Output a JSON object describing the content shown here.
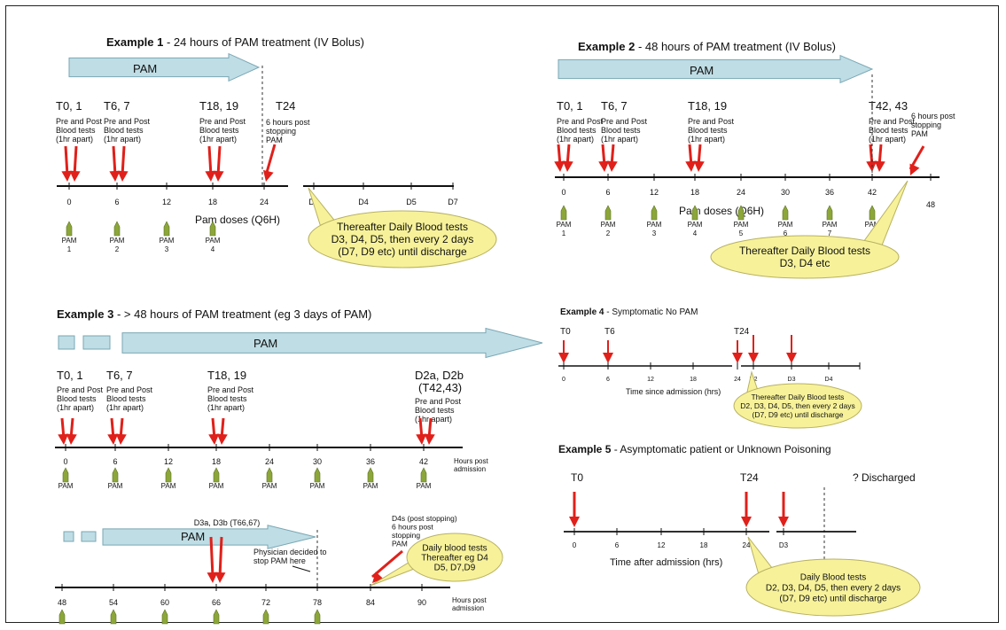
{
  "ex1": {
    "title_bold": "Example 1",
    "title_rest": " - 24 hours of PAM treatment (IV Bolus)",
    "arrow_label": "PAM",
    "markers": [
      {
        "label": "T0, 1",
        "note": [
          "Pre and Post",
          "Blood tests",
          "(1hr apart)"
        ]
      },
      {
        "label": "T6, 7",
        "note": [
          "Pre and Post",
          "Blood tests",
          "(1hr apart)"
        ]
      },
      {
        "label": "T18, 19",
        "note": [
          "Pre and Post",
          "Blood tests",
          "(1hr apart)"
        ]
      },
      {
        "label": "T24",
        "note": [
          "6 hours post",
          "stopping",
          "PAM"
        ]
      }
    ],
    "ticks": [
      "0",
      "6",
      "12",
      "18",
      "24"
    ],
    "day_ticks": [
      "D3",
      "D4",
      "D5",
      "D7"
    ],
    "doses_label": "Pam doses (Q6H)",
    "doses": [
      [
        "PAM",
        "1"
      ],
      [
        "PAM",
        "2"
      ],
      [
        "PAM",
        "3"
      ],
      [
        "PAM",
        "4"
      ]
    ],
    "callout": [
      "Thereafter Daily Blood tests",
      "D3, D4, D5, then every 2 days",
      "(D7, D9 etc) until discharge"
    ]
  },
  "ex2": {
    "title_bold": "Example 2",
    "title_rest": " - 48 hours of PAM treatment (IV Bolus)",
    "arrow_label": "PAM",
    "markers": [
      {
        "label": "T0, 1",
        "note": [
          "Pre and Post",
          "Blood tests",
          "(1hr apart)"
        ]
      },
      {
        "label": "T6, 7",
        "note": [
          "Pre and Post",
          "Blood tests",
          "(1hr apart)"
        ]
      },
      {
        "label": "T18, 19",
        "note": [
          "Pre and Post",
          "Blood tests",
          "(1hr apart)"
        ]
      },
      {
        "label": "T42, 43",
        "note": [
          "Pre and Post",
          "Blood tests",
          "(1hr apart)"
        ]
      }
    ],
    "post_note": [
      "6 hours post",
      "stopping",
      "PAM"
    ],
    "ticks": [
      "0",
      "6",
      "12",
      "18",
      "24",
      "30",
      "36",
      "42",
      "48"
    ],
    "doses_label": "Pam doses (Q6H)",
    "doses": [
      [
        "PAM",
        "1"
      ],
      [
        "PAM",
        "2"
      ],
      [
        "PAM",
        "3"
      ],
      [
        "PAM",
        "4"
      ],
      [
        "PAM",
        "5"
      ],
      [
        "PAM",
        "6"
      ],
      [
        "PAM",
        "7"
      ],
      [
        "PAM",
        "8"
      ]
    ],
    "callout": [
      "Thereafter Daily Blood tests",
      "D3, D4 etc"
    ]
  },
  "ex3": {
    "title_bold": "Example 3",
    "title_rest": " -  > 48 hours of PAM treatment (eg 3 days of PAM)",
    "arrow_label": "PAM",
    "markers": [
      {
        "label": "T0, 1",
        "note": [
          "Pre and Post",
          "Blood tests",
          "(1hr apart)"
        ]
      },
      {
        "label": "T6, 7",
        "note": [
          "Pre and Post",
          "Blood tests",
          "(1hr apart)"
        ]
      },
      {
        "label": "T18, 19",
        "note": [
          "Pre and Post",
          "Blood tests",
          "(1hr apart)"
        ]
      },
      {
        "label": "D2a, D2b",
        "label2": "(T42,43)",
        "note": [
          "Pre and Post",
          "Blood tests",
          "(1hr apart)"
        ]
      }
    ],
    "ticks": [
      "0",
      "6",
      "12",
      "18",
      "24",
      "30",
      "36",
      "42"
    ],
    "axis_label": [
      "Hours post",
      "admission"
    ],
    "dose_label": "PAM",
    "row2": {
      "arrow_label": "PAM",
      "marker_label": "D3a, D3b (T66,67)",
      "stop_note": [
        "Physician decided to",
        "stop PAM here"
      ],
      "d4s_note": [
        "D4s (post stopping)",
        "6 hours post",
        "stopping",
        "PAM"
      ],
      "ticks": [
        "48",
        "54",
        "60",
        "66",
        "72",
        "78",
        "84",
        "90"
      ],
      "axis_label": [
        "Hours post",
        "admission"
      ],
      "callout": [
        "Daily blood tests",
        "Thereafter eg D4",
        "D5, D7,D9"
      ]
    }
  },
  "ex4": {
    "title_bold": "Example 4",
    "title_rest": " - Symptomatic No PAM",
    "markers": [
      "T0",
      "T6",
      "T24"
    ],
    "ticks": [
      "0",
      "6",
      "12",
      "18",
      "24"
    ],
    "day_ticks": [
      "D2",
      "D3",
      "D4"
    ],
    "axis_label": "Time since admission (hrs)",
    "callout": [
      "Thereafter Daily Blood tests",
      "D2, D3, D4, D5, then every 2 days",
      "(D7, D9 etc) until discharge"
    ]
  },
  "ex5": {
    "title_bold": "Example 5",
    "title_rest": " - Asymptomatic patient or Unknown Poisoning",
    "markers": [
      "T0",
      "T24"
    ],
    "discharged": "? Discharged",
    "ticks": [
      "0",
      "6",
      "12",
      "18",
      "24"
    ],
    "day_ticks": [
      "D3"
    ],
    "axis_label": "Time after admission (hrs)",
    "callout": [
      "Daily Blood tests",
      "D2, D3, D4, D5, then every 2 days",
      "(D7, D9 etc) until discharge"
    ]
  },
  "colors": {
    "arrow_fill": "#bfdde5",
    "arrow_stroke": "#7aa7b4",
    "red": "#e0201a",
    "callout_fill": "#f7f29a",
    "callout_stroke": "#b8b160",
    "syringe": "#8da63a"
  }
}
